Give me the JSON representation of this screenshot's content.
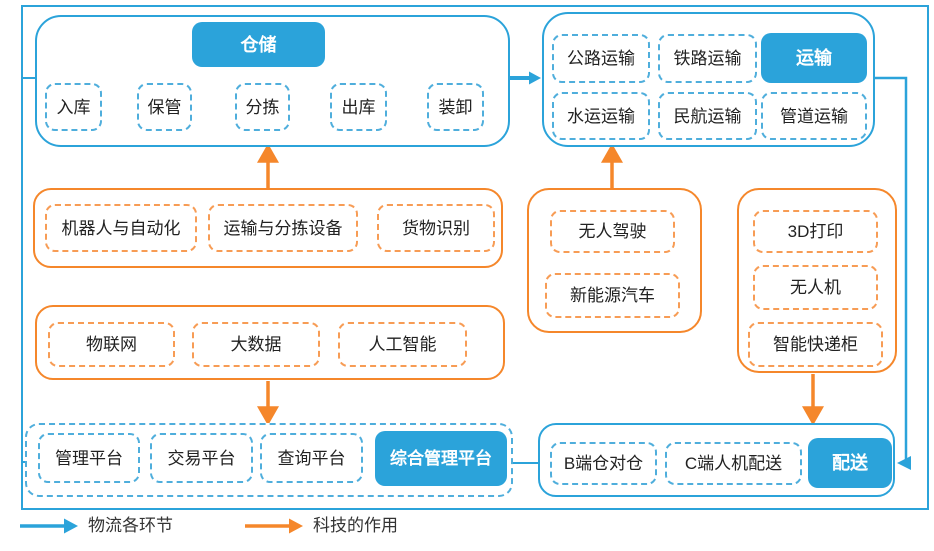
{
  "colors": {
    "blue": "#2BA3DA",
    "blue_dashed": "#4FAEDC",
    "orange": "#F5872B",
    "orange_dashed": "#F79C55",
    "text": "#222222"
  },
  "warehouse": {
    "title": "仓储",
    "steps": [
      "入库",
      "保管",
      "分拣",
      "出库",
      "装卸"
    ]
  },
  "transport": {
    "title": "运输",
    "modes": [
      "公路运输",
      "铁路运输",
      "水运运输",
      "民航运输",
      "管道运输"
    ]
  },
  "warehouse_tech": {
    "items": [
      "机器人与自动化",
      "运输与分拣设备",
      "货物识别"
    ]
  },
  "platform_tech": {
    "items": [
      "物联网",
      "大数据",
      "人工智能"
    ]
  },
  "transport_tech": {
    "items": [
      "无人驾驶",
      "新能源汽车"
    ]
  },
  "delivery_tech": {
    "items": [
      "3D打印",
      "无人机",
      "智能快递柜"
    ]
  },
  "platform": {
    "title": "综合管理平台",
    "items": [
      "管理平台",
      "交易平台",
      "查询平台"
    ]
  },
  "delivery": {
    "title": "配送",
    "items": [
      "B端仓对仓",
      "C端人机配送"
    ]
  },
  "legend": {
    "logistics_label": "物流各环节",
    "technology_label": "科技的作用"
  }
}
